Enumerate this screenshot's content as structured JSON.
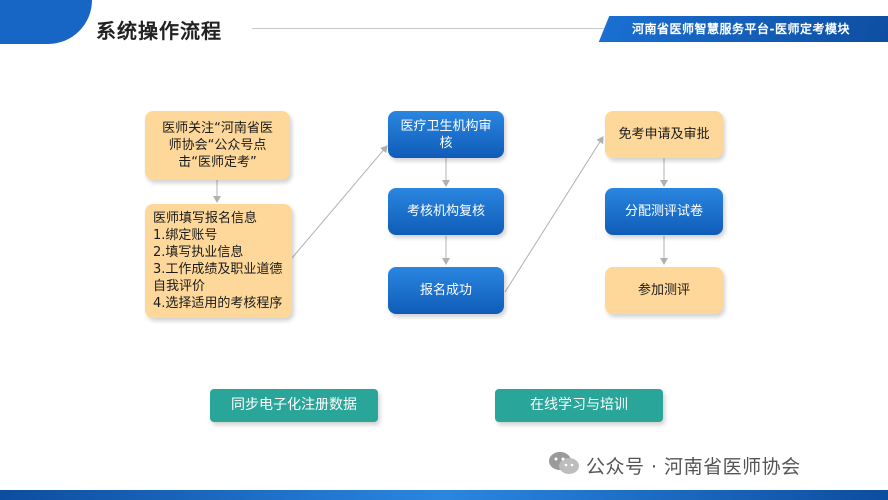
{
  "header": {
    "title": "系统操作流程",
    "banner": "河南省医师智慧服务平台-医师定考模块"
  },
  "flow": {
    "col1": {
      "step1": "医师关注“河南省医师协会“公众号点击“医师定考”",
      "step2_lines": [
        "医师填写报名信息",
        "1.绑定账号",
        "2.填写执业信息",
        "3.工作成绩及职业道德",
        "自我评价",
        "4.选择适用的考核程序"
      ]
    },
    "col2": {
      "step1": "医疗卫生机构审核",
      "step2": "考核机构复核",
      "step3": "报名成功"
    },
    "col3": {
      "step1": "免考申请及审批",
      "step2": "分配测评试卷",
      "step3": "参加测评"
    },
    "bottom_buttons": {
      "sync": "同步电子化注册数据",
      "learning": "在线学习与培训"
    }
  },
  "footer": {
    "watermark": "公众号 · 河南省医师协会"
  },
  "colors": {
    "brand_blue": "#1765c4",
    "orange_box": "#fdd89a",
    "teal_button": "#2aa59a"
  }
}
